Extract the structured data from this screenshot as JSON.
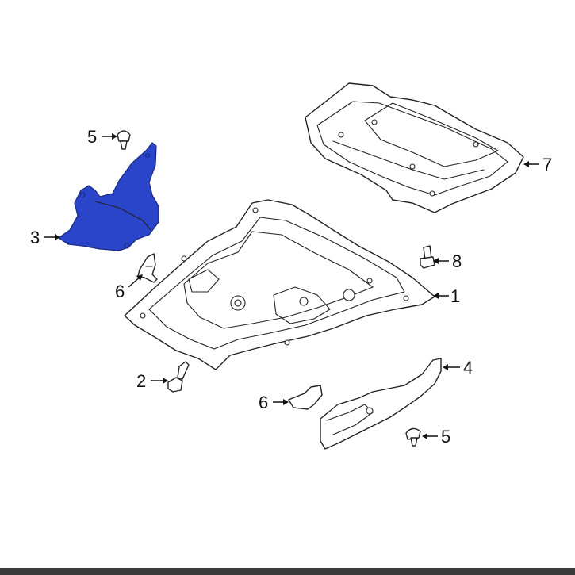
{
  "diagram": {
    "highlight_color": "#2a45c9",
    "line_color": "#222222",
    "bar_color": "#3a3a3a",
    "callouts": {
      "skid_plate": "1",
      "bolt_long": "2",
      "splash_shield_left": "3",
      "splash_shield_right": "4",
      "retainer_upper": "5",
      "retainer_lower": "5",
      "bracket_left": "6",
      "bracket_right": "6",
      "rear_shield": "7",
      "bolt_short": "8"
    }
  }
}
